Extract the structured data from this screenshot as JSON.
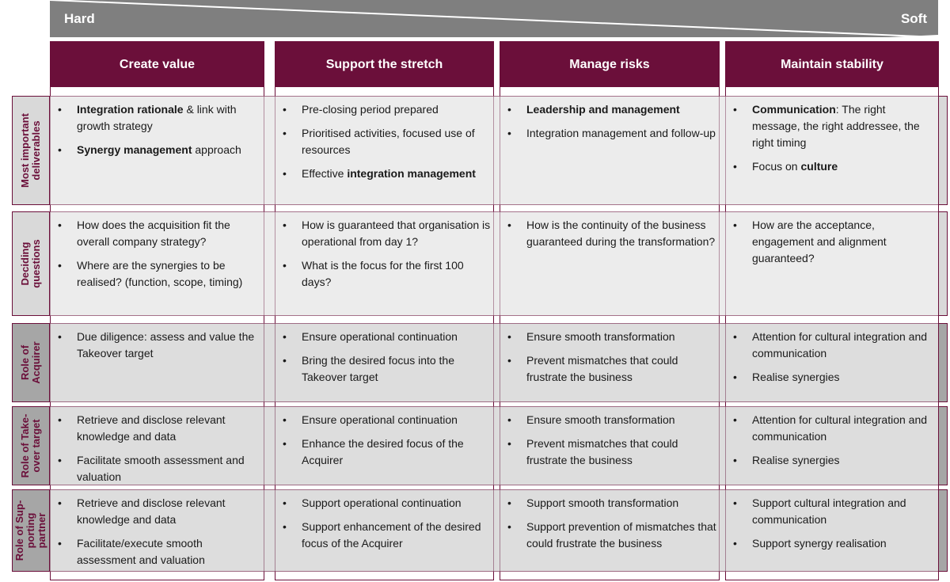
{
  "spectrum": {
    "left_label": "Hard",
    "right_label": "Soft",
    "band_color": "#7f7f7f"
  },
  "colors": {
    "maroon": "#6b0f3a",
    "row_light": "#ebebeb",
    "row_dark": "#d9d9d9",
    "label_light": "#d9d9d9",
    "label_dark": "#a6a6a6"
  },
  "columns": [
    {
      "title": "Create value"
    },
    {
      "title": "Support the stretch"
    },
    {
      "title": "Manage risks"
    },
    {
      "title": "Maintain stability"
    }
  ],
  "rows": [
    {
      "label": "Most important\ndeliverables",
      "cells": [
        [
          {
            "parts": [
              {
                "b": "Integration rationale"
              },
              {
                "t": " & link with growth strategy"
              }
            ]
          },
          {
            "parts": [
              {
                "b": "Synergy management"
              },
              {
                "t": " approach"
              }
            ]
          }
        ],
        [
          {
            "parts": [
              {
                "t": "Pre-closing period prepared"
              }
            ]
          },
          {
            "parts": [
              {
                "t": "Prioritised activities, focused use of resources"
              }
            ]
          },
          {
            "parts": [
              {
                "t": "Effective "
              },
              {
                "b": "integration management"
              }
            ]
          }
        ],
        [
          {
            "parts": [
              {
                "b": "Leadership and management"
              }
            ]
          },
          {
            "parts": [
              {
                "t": "Integration management and follow-up"
              }
            ]
          }
        ],
        [
          {
            "parts": [
              {
                "b": "Communication"
              },
              {
                "t": ": The right message, the right addressee, the right timing"
              }
            ]
          },
          {
            "parts": [
              {
                "t": "Focus on "
              },
              {
                "b": "culture"
              }
            ]
          }
        ]
      ]
    },
    {
      "label": "Deciding\nquestions",
      "cells": [
        [
          {
            "parts": [
              {
                "t": "How does the acquisition fit the overall company strategy?"
              }
            ]
          },
          {
            "parts": [
              {
                "t": "Where are the synergies to be realised? (function, scope, timing)"
              }
            ]
          }
        ],
        [
          {
            "parts": [
              {
                "t": "How is guaranteed that organisation is operational from day 1?"
              }
            ]
          },
          {
            "parts": [
              {
                "t": "What is the focus for the first 100 days?"
              }
            ]
          }
        ],
        [
          {
            "parts": [
              {
                "t": "How is the continuity of the business guaranteed during the transformation?"
              }
            ]
          }
        ],
        [
          {
            "parts": [
              {
                "t": "How are the acceptance, engagement and alignment guaranteed?"
              }
            ]
          }
        ]
      ]
    },
    {
      "label": "Role of\nAcquirer",
      "cells": [
        [
          {
            "parts": [
              {
                "t": "Due diligence: assess and value the Takeover target"
              }
            ]
          }
        ],
        [
          {
            "parts": [
              {
                "t": "Ensure operational continuation"
              }
            ]
          },
          {
            "parts": [
              {
                "t": "Bring the desired focus into the Takeover target"
              }
            ]
          }
        ],
        [
          {
            "parts": [
              {
                "t": "Ensure smooth transformation"
              }
            ]
          },
          {
            "parts": [
              {
                "t": "Prevent mismatches that could frustrate the business"
              }
            ]
          }
        ],
        [
          {
            "parts": [
              {
                "t": "Attention for cultural integration and communication"
              }
            ]
          },
          {
            "parts": [
              {
                "t": "Realise synergies"
              }
            ]
          }
        ]
      ]
    },
    {
      "label": "Role of Take-\nover target",
      "cells": [
        [
          {
            "parts": [
              {
                "t": "Retrieve and disclose relevant knowledge and data"
              }
            ]
          },
          {
            "parts": [
              {
                "t": "Facilitate smooth assessment and valuation"
              }
            ]
          }
        ],
        [
          {
            "parts": [
              {
                "t": "Ensure operational continuation"
              }
            ]
          },
          {
            "parts": [
              {
                "t": "Enhance the desired focus of the Acquirer"
              }
            ]
          }
        ],
        [
          {
            "parts": [
              {
                "t": "Ensure smooth transformation"
              }
            ]
          },
          {
            "parts": [
              {
                "t": "Prevent mismatches that could frustrate the business"
              }
            ]
          }
        ],
        [
          {
            "parts": [
              {
                "t": "Attention for cultural integration and communication"
              }
            ]
          },
          {
            "parts": [
              {
                "t": "Realise synergies"
              }
            ]
          }
        ]
      ]
    },
    {
      "label": "Role of Sup-\nporting\npartner",
      "cells": [
        [
          {
            "parts": [
              {
                "t": "Retrieve and disclose relevant knowledge and data"
              }
            ]
          },
          {
            "parts": [
              {
                "t": "Facilitate/execute smooth assessment and valuation"
              }
            ]
          }
        ],
        [
          {
            "parts": [
              {
                "t": "Support operational continuation"
              }
            ]
          },
          {
            "parts": [
              {
                "t": "Support enhancement of the desired focus of the Acquirer"
              }
            ]
          }
        ],
        [
          {
            "parts": [
              {
                "t": "Support smooth transformation"
              }
            ]
          },
          {
            "parts": [
              {
                "t": "Support prevention of mismatches that could frustrate the business"
              }
            ]
          }
        ],
        [
          {
            "parts": [
              {
                "t": "Support cultural integration and communication"
              }
            ]
          },
          {
            "parts": [
              {
                "t": "Support synergy realisation"
              }
            ]
          }
        ]
      ]
    }
  ]
}
